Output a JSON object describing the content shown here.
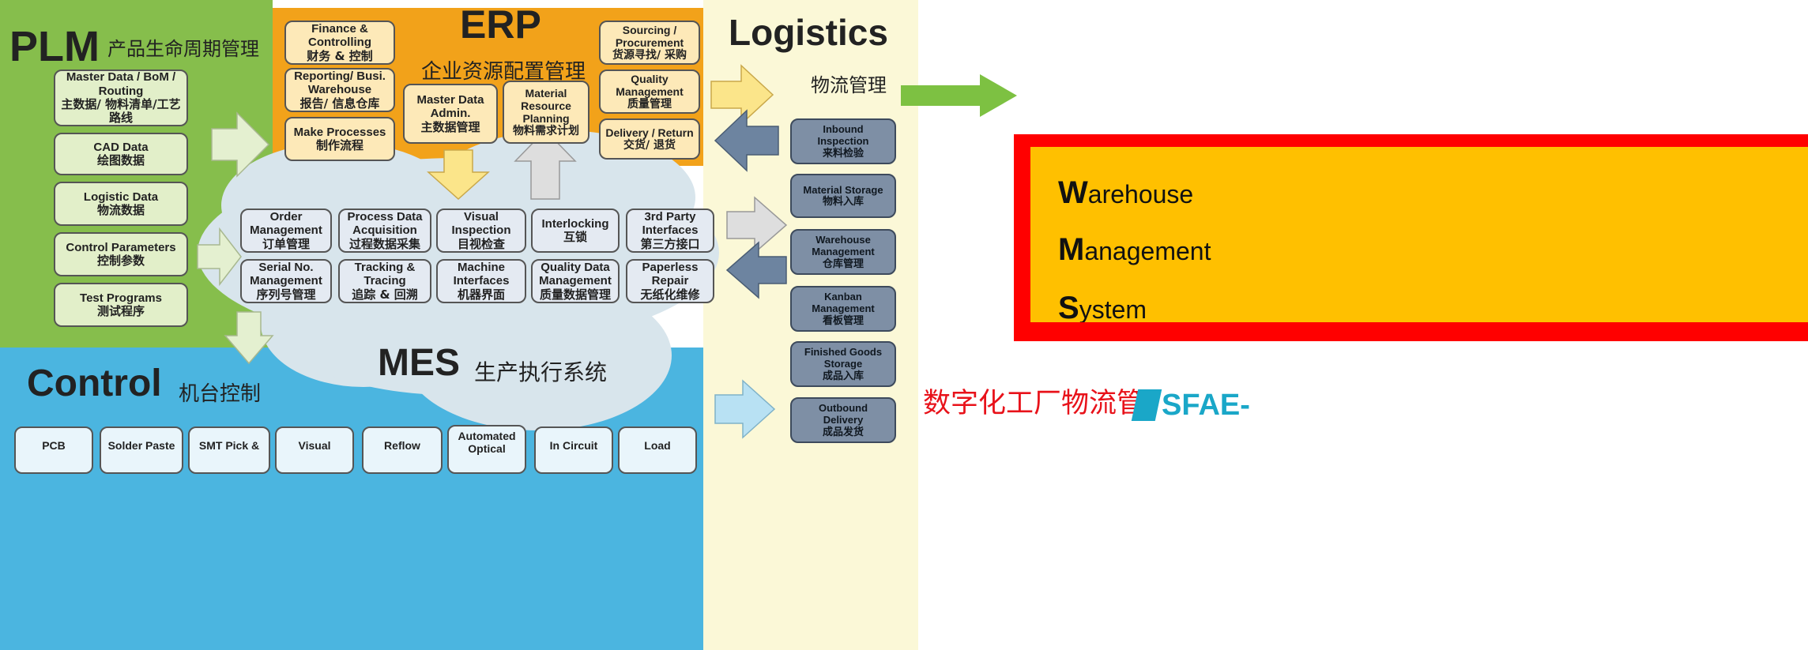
{
  "colors": {
    "plm": "#86be4c",
    "erp": "#f2a21a",
    "logistics": "#fbf8d7",
    "mes": "#d8e5ec",
    "control": "#4bb5e0",
    "wms_border": "#ff0000",
    "wms_fill": "#ffc000",
    "arrow_green": "#7dc142",
    "caption": "#e8121a"
  },
  "plm": {
    "title": "PLM",
    "subtitle": "产品生命周期管理",
    "items": [
      {
        "en": "Master Data / BoM /\nRouting",
        "cn": "主数据/ 物料清单/工艺\n路线"
      },
      {
        "en": "CAD Data",
        "cn": "绘图数据"
      },
      {
        "en": "Logistic Data",
        "cn": "物流数据"
      },
      {
        "en": "Control Parameters",
        "cn": "控制参数"
      },
      {
        "en": "Test Programs",
        "cn": "测试程序"
      }
    ]
  },
  "erp": {
    "title": "ERP",
    "subtitle": "企业资源配置管理",
    "items": [
      {
        "en": "Finance &\nControlling",
        "cn": "财务 & 控制"
      },
      {
        "en": "Reporting/ Busi.\nWarehouse",
        "cn": "报告/ 信息仓库"
      },
      {
        "en": "Make Processes",
        "cn": "制作流程"
      },
      {
        "en": "Master Data\nAdmin.",
        "cn": "主数据管理"
      },
      {
        "en": "Material\nResource\nPlanning",
        "cn": "物料需求计划"
      },
      {
        "en": "Sourcing /\nProcurement",
        "cn": "货源寻找/ 采购"
      },
      {
        "en": "Quality\nManagement",
        "cn": "质量管理"
      },
      {
        "en": "Delivery / Return",
        "cn": "交货/ 退货"
      }
    ]
  },
  "logistics": {
    "title": "Logistics",
    "subtitle": "物流管理",
    "items": [
      {
        "en": "Inbound\nInspection",
        "cn": "来料检验"
      },
      {
        "en": "Material Storage",
        "cn": "物料入库"
      },
      {
        "en": "Warehouse\nManagement",
        "cn": "仓库管理"
      },
      {
        "en": "Kanban\nManagement",
        "cn": "看板管理"
      },
      {
        "en": "Finished Goods\nStorage",
        "cn": "成品入库"
      },
      {
        "en": "Outbound\nDelivery",
        "cn": "成品发货"
      }
    ]
  },
  "mes": {
    "title": "MES",
    "subtitle": "生产执行系统",
    "items": [
      {
        "en": "Order\nManagement",
        "cn": "订单管理"
      },
      {
        "en": "Process Data\nAcquisition",
        "cn": "过程数据采集"
      },
      {
        "en": "Visual\nInspection",
        "cn": "目视检查"
      },
      {
        "en": "Interlocking",
        "cn": "互锁"
      },
      {
        "en": "3rd Party\nInterfaces",
        "cn": "第三方接口"
      },
      {
        "en": "Serial No.\nManagement",
        "cn": "序列号管理"
      },
      {
        "en": "Tracking &\nTracing",
        "cn": "追踪 & 回溯"
      },
      {
        "en": "Machine\nInterfaces",
        "cn": "机器界面"
      },
      {
        "en": "Quality Data\nManagement",
        "cn": "质量数据管理"
      },
      {
        "en": "Paperless\nRepair",
        "cn": "无纸化维修"
      }
    ]
  },
  "control": {
    "title": "Control",
    "subtitle": "机台控制",
    "items": [
      "PCB",
      "Solder Paste",
      "SMT Pick &",
      "Visual",
      "Reflow",
      "Automated\nOptical",
      "In Circuit",
      "Load"
    ]
  },
  "wms": {
    "line1": {
      "initial": "W",
      "rest": "arehouse"
    },
    "line2": {
      "initial": "M",
      "rest": "anagement"
    },
    "line3": {
      "initial": "S",
      "rest": "ystem"
    }
  },
  "caption": {
    "text": "数字化工厂物流管",
    "logo": "SFAE",
    "tail": "-"
  }
}
